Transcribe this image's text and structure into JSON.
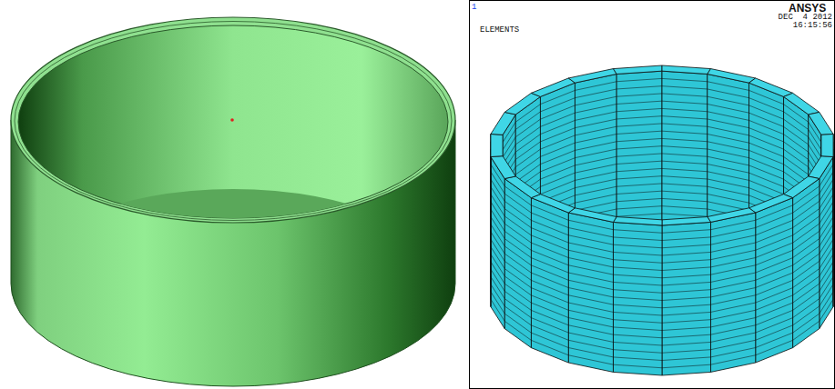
{
  "diagram": {
    "labels": [
      "1",
      "ELEMENTS",
      "ANSYS",
      "DEC  4 2012",
      "16:15:56"
    ]
  }
}
